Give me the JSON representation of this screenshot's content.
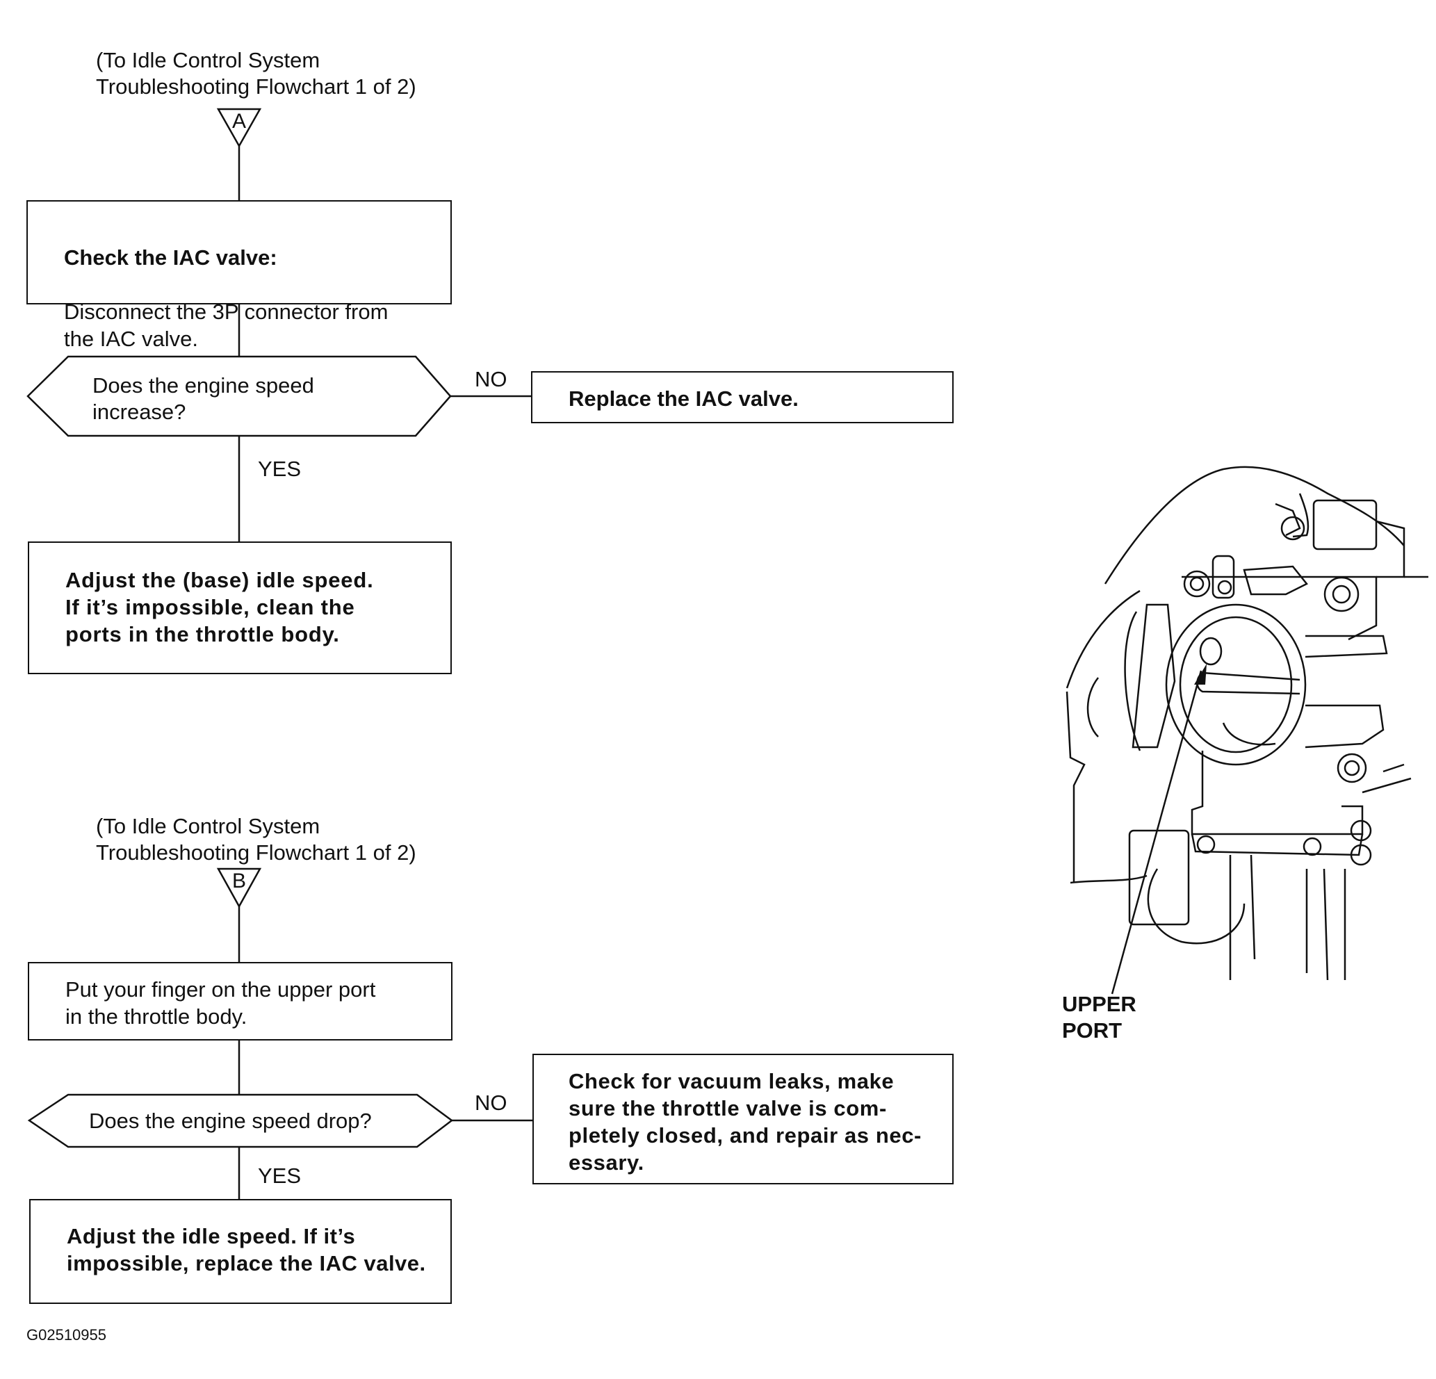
{
  "flow_a": {
    "ref_text": "(To Idle Control System\nTroubleshooting Flowchart  1 of 2)",
    "connector": "A",
    "step1_title": "Check the IAC valve:",
    "step1_body": "Disconnect the 3P connector from\nthe IAC valve.",
    "decision": "Does the engine speed\nincrease?",
    "no_label": "NO",
    "no_action": "Replace the IAC valve.",
    "yes_label": "YES",
    "yes_action": "Adjust the (base) idle speed.\nIf it’s impossible, clean the\nports in the throttle body."
  },
  "flow_b": {
    "ref_text": "(To Idle Control System\nTroubleshooting Flowchart  1 of 2)",
    "connector": "B",
    "step1_body": "Put your finger on the upper port\nin the throttle body.",
    "decision": "Does the engine speed drop?",
    "no_label": "NO",
    "no_action": "Check for vacuum leaks, make\nsure the throttle valve is com-\npletely closed, and repair as nec-\nessary.",
    "yes_label": "YES",
    "yes_action": "Adjust the idle speed.  If it’s\nimpossible, replace the IAC valve."
  },
  "illustration": {
    "label": "UPPER\nPORT",
    "icon": "throttle-body-illustration"
  },
  "figure_code": "G02510955"
}
